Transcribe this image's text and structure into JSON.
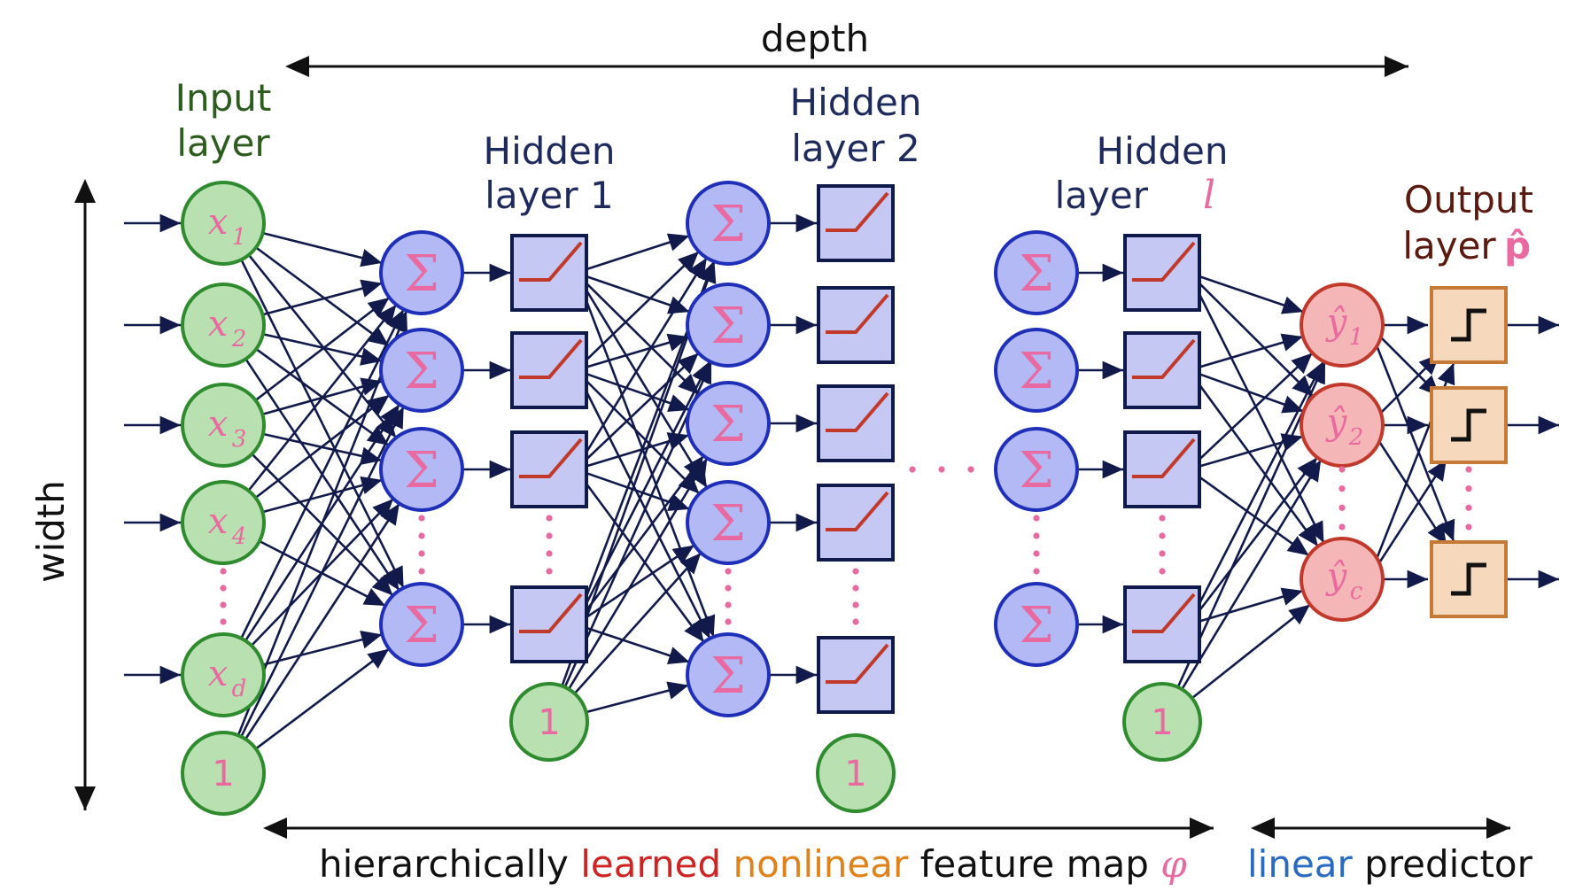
{
  "labels": {
    "depth": "depth",
    "width": "width",
    "input_layer": [
      "Input",
      "layer"
    ],
    "hidden1": [
      "Hidden",
      "layer 1"
    ],
    "hidden2": [
      "Hidden",
      "layer 2"
    ],
    "hiddenl_word": "Hidden",
    "hiddenl_layer": "layer",
    "hiddenl_var": "l",
    "output_layer": [
      "Output"
    ],
    "output_layer_word": "layer",
    "output_var": "p̂",
    "bottom_learned_map": {
      "w1": "hierarchically",
      "w2": "learned",
      "w3": "nonlinear",
      "w4": "feature map",
      "w5": "φ"
    },
    "bottom_linear": {
      "w1": "linear",
      "w2": "predictor"
    }
  },
  "inputs": [
    "x",
    "x",
    "x",
    "x",
    "x"
  ],
  "input_subscripts": [
    "1",
    "2",
    "3",
    "4",
    "d"
  ],
  "bias_label": "1",
  "sum_symbol": "Σ",
  "outputs": [
    "ŷ",
    "ŷ",
    "ŷ"
  ],
  "output_subscripts": [
    "1",
    "2",
    "c"
  ],
  "colors": {
    "input_fill": "#b9e0b0",
    "input_stroke": "#2e8b2e",
    "sum_fill": "#b3b9f5",
    "sum_stroke": "#1f2fb8",
    "relu_fill": "#c5c8f2",
    "relu_stroke": "#0f1a4a",
    "relu_line": "#c0392b",
    "output_fill": "#f4b6b6",
    "output_stroke": "#c0392b",
    "step_fill": "#f6d9bd",
    "step_stroke": "#c67a38",
    "edge": "#111a4a",
    "pink": "#e86aa0",
    "red": "#d02424",
    "orange": "#e0821b",
    "blue": "#2a6ac0"
  }
}
